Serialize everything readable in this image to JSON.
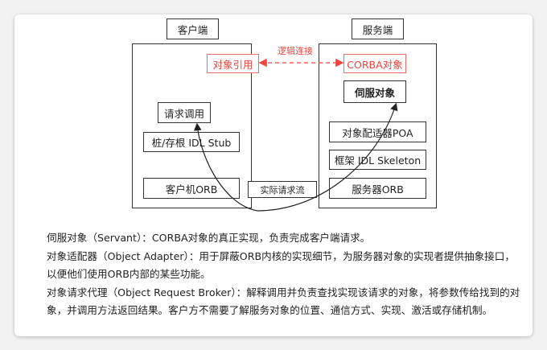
{
  "diagram": {
    "client_title": "客户端",
    "server_title": "服务端",
    "object_ref": "对象引用",
    "corba_object": "CORBA对象",
    "logical_link": "逻辑连接",
    "servant": "伺服对象",
    "request_call": "请求调用",
    "stub": "桩/存根 IDL Stub",
    "poa": "对象配适器POA",
    "skeleton": "框架 IDL Skeleton",
    "client_orb": "客户机ORB",
    "actual_flow": "实际请求流",
    "server_orb": "服务器ORB",
    "accent_color": "#f0443c"
  },
  "text": [
    "伺服对象（Servant）：CORBA对象的真正实现，负责完成客户端请求。",
    "对象适配器（Object Adapter）：用于屏蔽ORB内核的实现细节，为服务器对象的实现者提供抽象接口，以便他们使用ORB内部的某些功能。",
    "对象请求代理（Object Request Broker）：解释调用并负责查找实现该请求的对象，将参数传给找到的对象，并调用方法返回结果。客户方不需要了解服务对象的位置、通信方式、实现、激活或存储机制。"
  ]
}
